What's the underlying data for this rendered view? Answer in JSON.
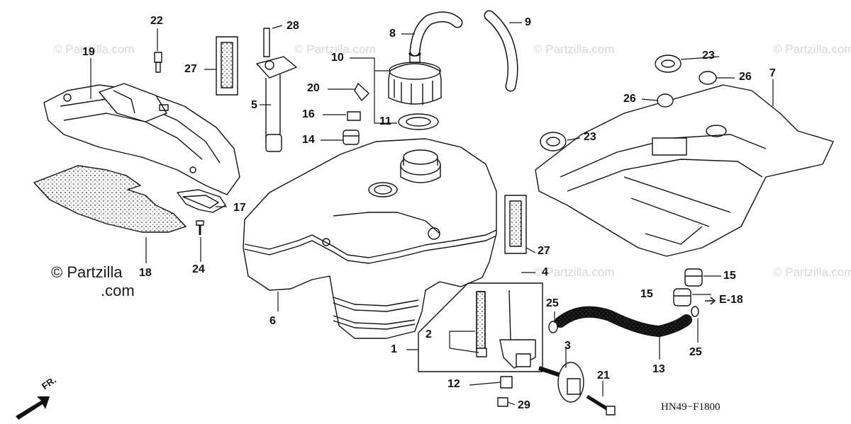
{
  "diagram": {
    "drawing_code": "HN49−F1800",
    "reference_label": "E-18",
    "direction_label": "FR.",
    "credit_line1": "© Partzilla",
    "credit_line2": ".com",
    "watermark": "© Partzilla.com",
    "callouts": {
      "c1": "1",
      "c2": "2",
      "c3": "3",
      "c4": "4",
      "c5": "5",
      "c6": "6",
      "c7": "7",
      "c8": "8",
      "c9": "9",
      "c10": "10",
      "c11": "11",
      "c12": "12",
      "c13": "13",
      "c14": "14",
      "c15a": "15",
      "c15b": "15",
      "c16": "16",
      "c17": "17",
      "c18": "18",
      "c19": "19",
      "c20": "20",
      "c21": "21",
      "c22": "22",
      "c23a": "23",
      "c23b": "23",
      "c24": "24",
      "c25a": "25",
      "c25b": "25",
      "c26a": "26",
      "c26b": "26",
      "c27a": "27",
      "c27b": "27",
      "c28": "28",
      "c29": "29"
    }
  }
}
